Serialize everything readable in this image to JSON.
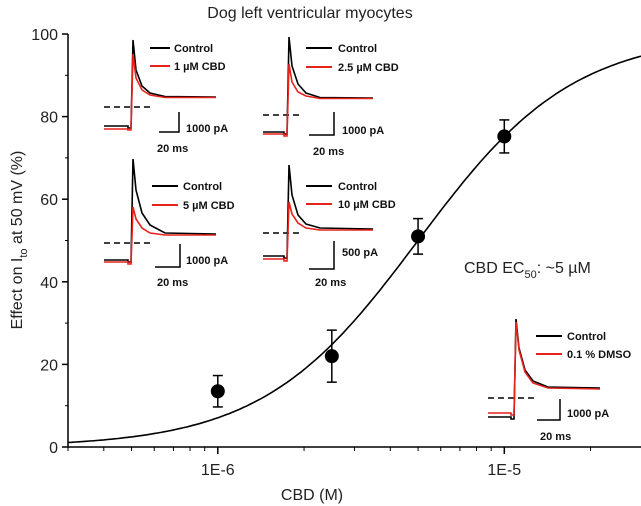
{
  "chart_data": {
    "type": "scatter",
    "title": "Dog left ventricular myocytes",
    "xlabel": "CBD (M)",
    "ylabel_main": "Effect on I",
    "ylabel_sub": "to",
    "ylabel_rest": " at 50 mV (%)",
    "x_scale": "log",
    "xlim": [
      3e-07,
      3e-05
    ],
    "ylim": [
      0,
      100
    ],
    "x_ticks": [
      {
        "value": 1e-06,
        "label": "1E-6"
      },
      {
        "value": 1e-05,
        "label": "1E-5"
      }
    ],
    "y_ticks": [
      {
        "value": 0,
        "label": "0"
      },
      {
        "value": 20,
        "label": "20"
      },
      {
        "value": 40,
        "label": "40"
      },
      {
        "value": 60,
        "label": "60"
      },
      {
        "value": 80,
        "label": "80"
      },
      {
        "value": 100,
        "label": "100"
      }
    ],
    "points": [
      {
        "x": 1e-06,
        "y": 13.5,
        "err": 3.8
      },
      {
        "x": 2.5e-06,
        "y": 22,
        "err": 6.3
      },
      {
        "x": 5e-06,
        "y": 51,
        "err": 4.3
      },
      {
        "x": 1e-05,
        "y": 75.2,
        "err": 4.0
      }
    ],
    "fit": {
      "ec50": 5e-06,
      "hill": 1.6,
      "max": 100
    },
    "annotation": {
      "main": "CBD EC",
      "sub": "50",
      "rest": ": ~5 µM"
    },
    "insets": [
      {
        "label_control": "Control",
        "label_drug": "1 µM CBD",
        "scale_y": "1000 pA",
        "scale_x": "20 ms"
      },
      {
        "label_control": "Control",
        "label_drug": "2.5 µM CBD",
        "scale_y": "1000 pA",
        "scale_x": "20 ms"
      },
      {
        "label_control": "Control",
        "label_drug": "5 µM CBD",
        "scale_y": "1000 pA",
        "scale_x": "20 ms"
      },
      {
        "label_control": "Control",
        "label_drug": "10 µM CBD",
        "scale_y": "500 pA",
        "scale_x": "20 ms"
      },
      {
        "label_control": "Control",
        "label_drug": "0.1 % DMSO",
        "scale_y": "1000 pA",
        "scale_x": "20 ms"
      }
    ],
    "colors": {
      "control": "#000000",
      "drug": "#e8211b",
      "points": "#000000"
    }
  }
}
